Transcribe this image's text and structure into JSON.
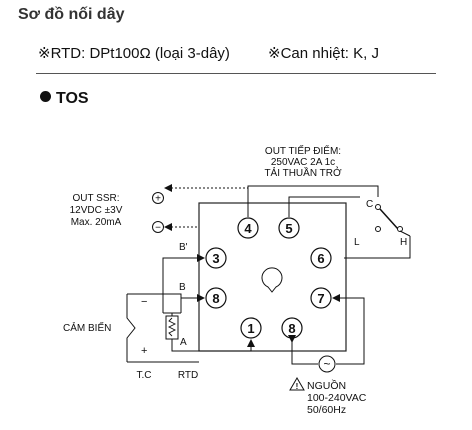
{
  "header": {
    "title": "Sơ đồ nối dây",
    "note_rtd": "※RTD: DPt100Ω (loại 3-dây)",
    "note_tc": "※Can nhiệt: K, J",
    "section": "TOS"
  },
  "diagram": {
    "relay_label": [
      "OUT TIẾP ĐIỂM:",
      "250VAC 2A 1c",
      "TẢI THUẦN TRỞ"
    ],
    "ssr_label": [
      "OUT SSR:",
      "12VDC ±3V",
      "Max. 20mA"
    ],
    "plus_symbol": "+",
    "minus_symbol": "−",
    "terminals": [
      "4",
      "5",
      "3",
      "6",
      "8",
      "7",
      "1",
      "8"
    ],
    "contacts": {
      "c": "C",
      "l": "L",
      "h": "H"
    },
    "wire_labels": {
      "b_prime": "B'",
      "b": "B",
      "a": "A"
    },
    "sensor_label": "CẢM BIẾN",
    "tc_polarity": {
      "minus": "−",
      "plus": "+"
    },
    "tc_label": "T.C",
    "rtd_label": "RTD",
    "power_label": [
      "NGUỒN",
      "100-240VAC",
      "50/60Hz"
    ],
    "warning_glyph": "!",
    "ac_glyph": "~"
  }
}
